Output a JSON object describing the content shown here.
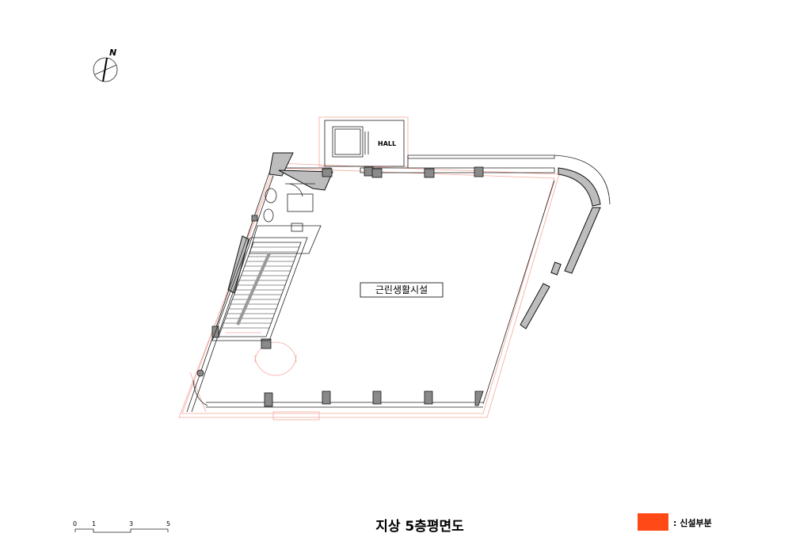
{
  "drawing": {
    "title": "지상 5층평면도",
    "compass_letter": "N",
    "hall_label": "HALL",
    "room_label": "근린생활시설",
    "scale_labels": [
      "0",
      "1",
      "3",
      "5"
    ],
    "legend_text": ": 신설부분",
    "legend_color": "#ff4a17",
    "existing_color": "#f4a79a",
    "wall_color": "#111111"
  }
}
